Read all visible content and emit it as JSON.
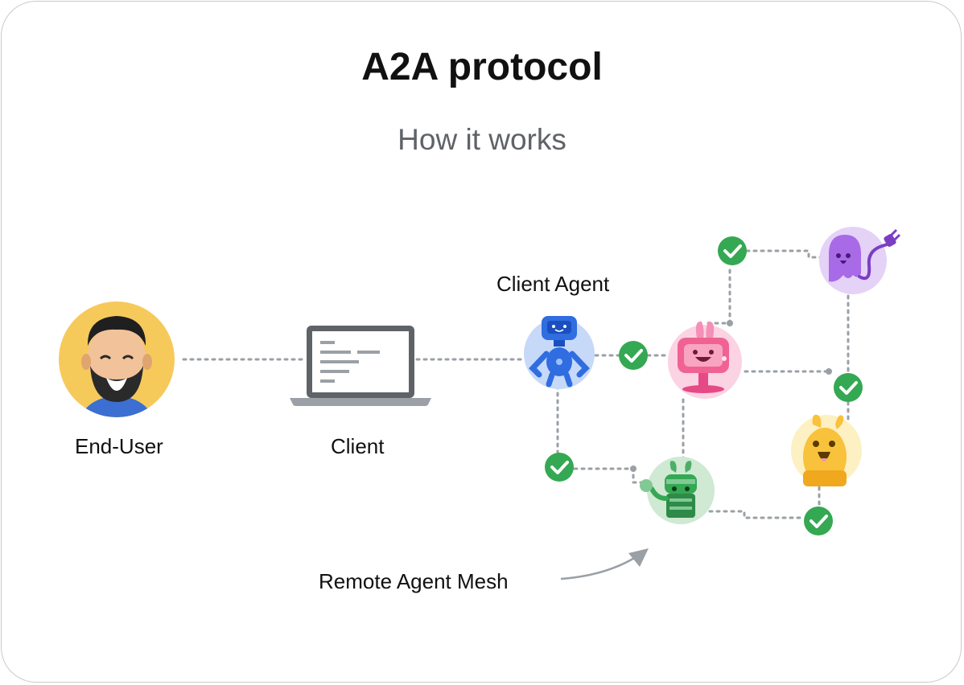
{
  "title": "A2A protocol",
  "subtitle": "How it works",
  "nodes": {
    "end_user": "End-User",
    "client": "Client",
    "client_agent": "Client Agent",
    "remote_mesh": "Remote Agent Mesh"
  },
  "colors": {
    "check_green": "#34a853",
    "connector_gray": "#9aa0a6",
    "end_user_bg": "#f6c95b",
    "client_agent_bg": "#c7d9f8",
    "pink_agent_bg": "#fbd3e3",
    "purple_agent_bg": "#e4d2f7",
    "green_agent_bg": "#cfe9d3",
    "yellow_agent_bg": "#fdf0c2"
  },
  "icons": [
    "end-user-avatar-icon",
    "laptop-icon",
    "client-agent-robot-icon",
    "pink-agent-icon",
    "purple-agent-icon",
    "green-agent-icon",
    "yellow-agent-icon",
    "check-icon",
    "arrow-icon"
  ]
}
